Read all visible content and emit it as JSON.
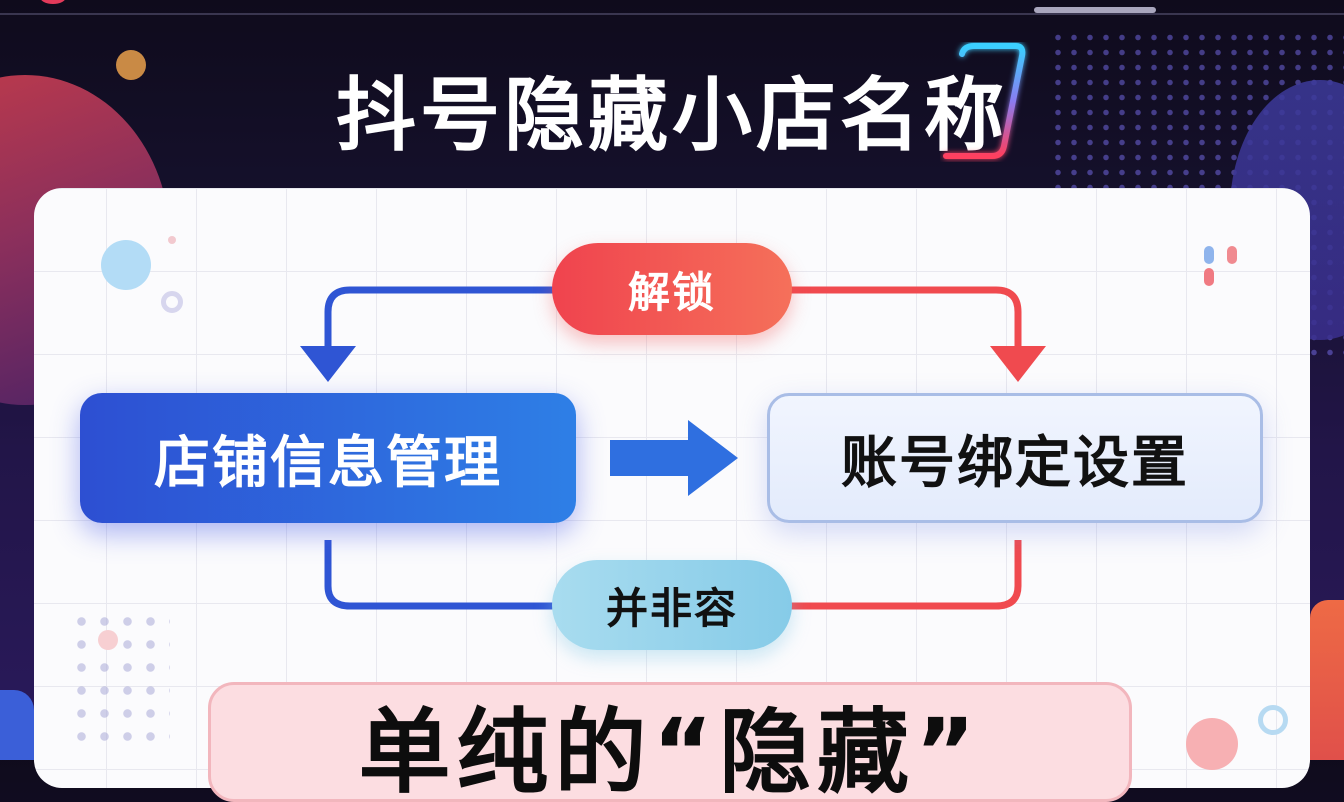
{
  "header": {
    "title": "抖号隐藏小店名称"
  },
  "flow": {
    "top_pill": {
      "label": "解锁",
      "color_start": "#f0434e",
      "color_end": "#f5705a"
    },
    "bottom_pill": {
      "label": "并非容",
      "color_start": "#a8dcef",
      "color_end": "#86cbe8"
    },
    "left_box": {
      "label": "店铺信息管理",
      "color_start": "#2d4fd2",
      "color_end": "#2e7fe6"
    },
    "right_box": {
      "label": "账号绑定设置",
      "border_color": "#a9bde6"
    },
    "connector_left_color": "#2f55d4",
    "connector_right_color": "#f04a4f",
    "center_arrow_color": "#2f6fe0"
  },
  "footer_banner": {
    "text": "单纯的“隐藏”"
  },
  "decor": {
    "ellipsis_colors": [
      "#8fb4ec",
      "#f08a90",
      "#f07a82"
    ]
  }
}
